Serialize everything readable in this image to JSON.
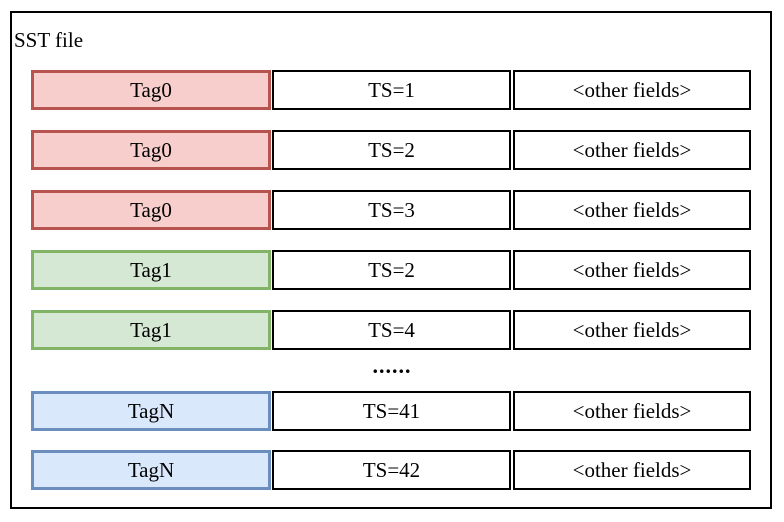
{
  "diagram": {
    "title": "SST file",
    "ellipsis": "......",
    "colors": {
      "red_fill": "#f8cecc",
      "red_border": "#b85450",
      "green_fill": "#d5e8d4",
      "green_border": "#82b366",
      "blue_fill": "#dae8fc",
      "blue_border": "#6c8ebf"
    },
    "rows": [
      {
        "tag": "Tag0",
        "ts": "TS=1",
        "other": "<other fields>",
        "color": "red"
      },
      {
        "tag": "Tag0",
        "ts": "TS=2",
        "other": "<other fields>",
        "color": "red"
      },
      {
        "tag": "Tag0",
        "ts": "TS=3",
        "other": "<other fields>",
        "color": "red"
      },
      {
        "tag": "Tag1",
        "ts": "TS=2",
        "other": "<other fields>",
        "color": "green"
      },
      {
        "tag": "Tag1",
        "ts": "TS=4",
        "other": "<other fields>",
        "color": "green"
      },
      {
        "tag": "TagN",
        "ts": "TS=41",
        "other": "<other fields>",
        "color": "blue"
      },
      {
        "tag": "TagN",
        "ts": "TS=42",
        "other": "<other fields>",
        "color": "blue"
      }
    ]
  }
}
